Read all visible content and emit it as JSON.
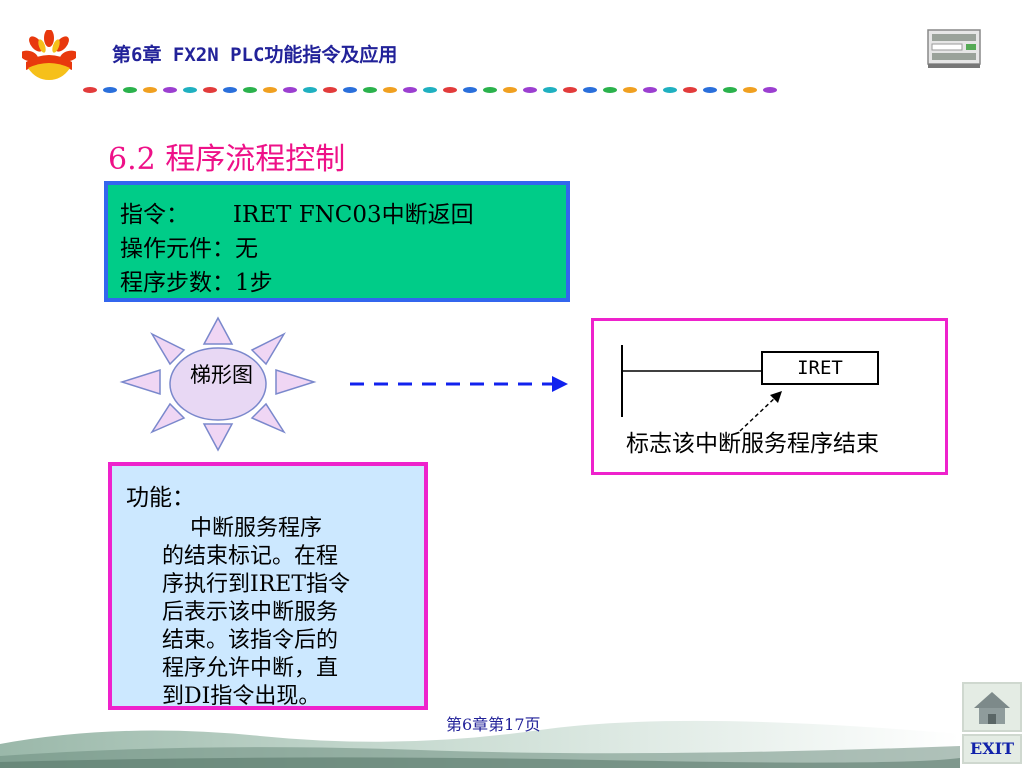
{
  "header": {
    "chapter_title": "第6章   FX2N PLC功能指令及应用",
    "logo_icon": "petrochina-sun-logo",
    "device_icon": "plc-device-icon"
  },
  "section_title": "6.2 程序流程控制",
  "info_box": {
    "line1": "指令：      IRET FNC03中断返回",
    "line2": "操作元件：无",
    "line3": "程序步数：1步"
  },
  "ladder_label": "梯形图",
  "ladder_diagram": {
    "instruction": "IRET",
    "caption": "标志该中断服务程序结束"
  },
  "function_box": {
    "title": "功能：",
    "lines": [
      "    中断服务程序",
      "的结束标记。在程",
      "序执行到IRET指令",
      "后表示该中断服务",
      "结束。该指令后的",
      "程序允许中断，直",
      "到DI指令出现。"
    ]
  },
  "footer": {
    "page_number": "第6章第17页",
    "exit_label": "EXIT",
    "home_icon": "home-icon"
  },
  "colors": {
    "section_title": "#ee1188",
    "info_box_bg": "#00cc88",
    "info_box_border": "#3366ee",
    "func_box_bg": "#cce8ff",
    "pink_border": "#ee22cc",
    "arrow": "#1122ee"
  }
}
